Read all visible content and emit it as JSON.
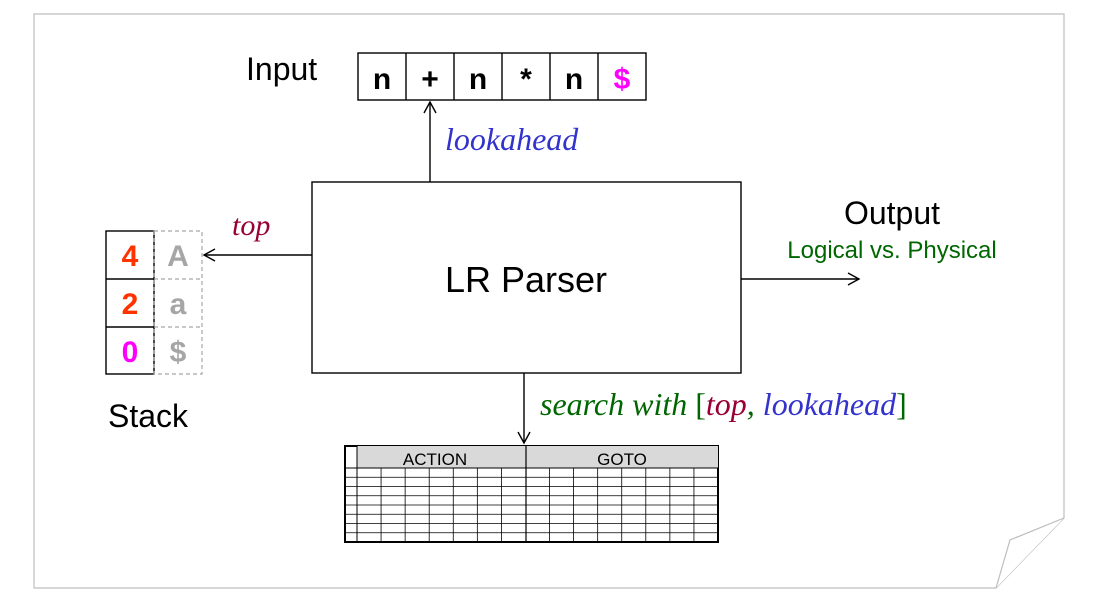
{
  "input": {
    "label": "Input",
    "tokens": [
      "n",
      "+",
      "n",
      "*",
      "n",
      "$"
    ]
  },
  "lookahead_label": "lookahead",
  "parser_label": "LR Parser",
  "output": {
    "label": "Output",
    "sublabel": "Logical vs. Physical"
  },
  "top_label": "top",
  "stack": {
    "label": "Stack",
    "states": [
      "4",
      "2",
      "0"
    ],
    "symbols": [
      "A",
      "a",
      "$"
    ]
  },
  "search": {
    "prefix": "search with ",
    "open": "[",
    "top": "top",
    "comma": ", ",
    "lookahead": "lookahead",
    "close": "]"
  },
  "table": {
    "action_header": "ACTION",
    "goto_header": "GOTO"
  },
  "colors": {
    "stack_state": "#ff3300",
    "stack_bottom": "#ff00ff",
    "stack_symbol": "#a6a6a6",
    "dollar": "#ff00ff",
    "lookahead": "#3333cc",
    "top": "#990033",
    "green": "#006600",
    "header_fill": "#d9d9d9"
  }
}
